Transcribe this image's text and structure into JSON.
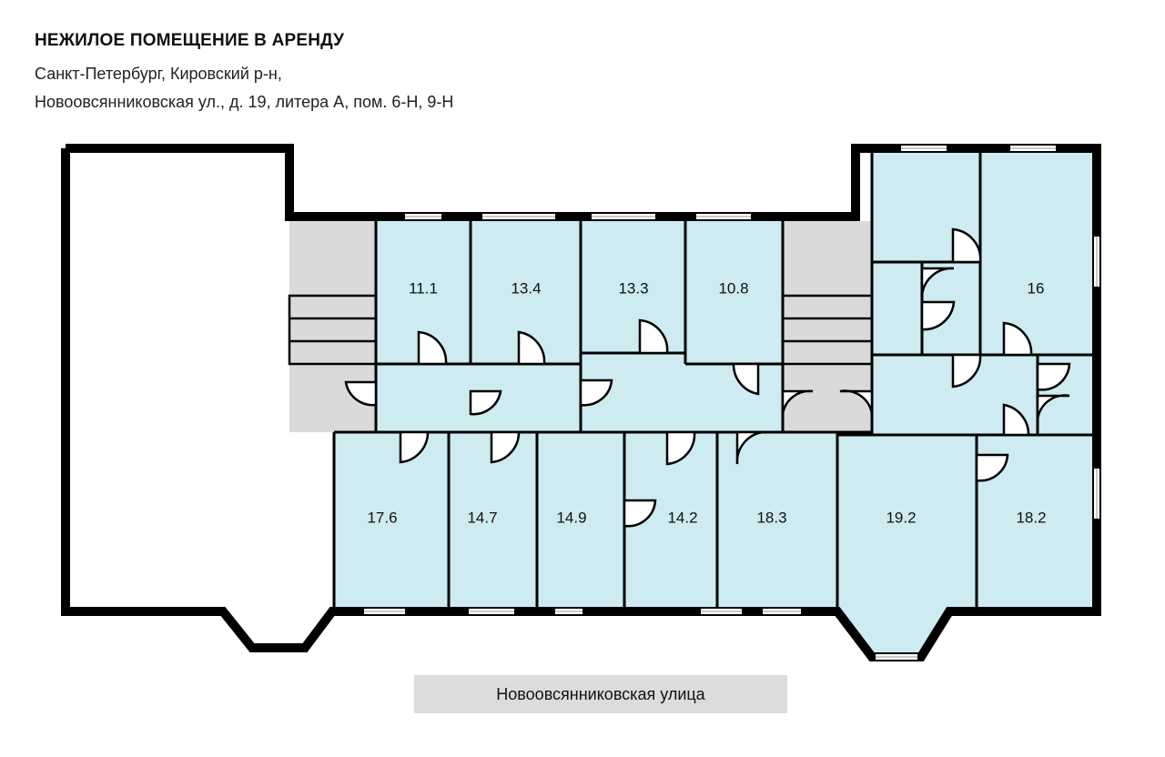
{
  "header": {
    "title": "НЕЖИЛОЕ ПОМЕЩЕНИЕ В АРЕНДУ",
    "address_line1": "Санкт-Петербург, Кировский р-н,",
    "address_line2": "Новоовсянниковская ул., д. 19, литера А, пом. 6-Н, 9-Н"
  },
  "rooms": {
    "r11_1": "11.1",
    "r13_4": "13.4",
    "r13_3": "13.3",
    "r10_8": "10.8",
    "r16": "16",
    "r17_6": "17.6",
    "r14_7": "14.7",
    "r14_9": "14.9",
    "r14_2": "14.2",
    "r18_3": "18.3",
    "r19_2": "19.2",
    "r18_2": "18.2"
  },
  "street": {
    "label": "Новоовсянниковская улица"
  },
  "colors": {
    "room_fill": "#cdebf0",
    "stair_fill": "#dadada",
    "wall": "#000000",
    "street_bg": "#dcdcdc"
  }
}
